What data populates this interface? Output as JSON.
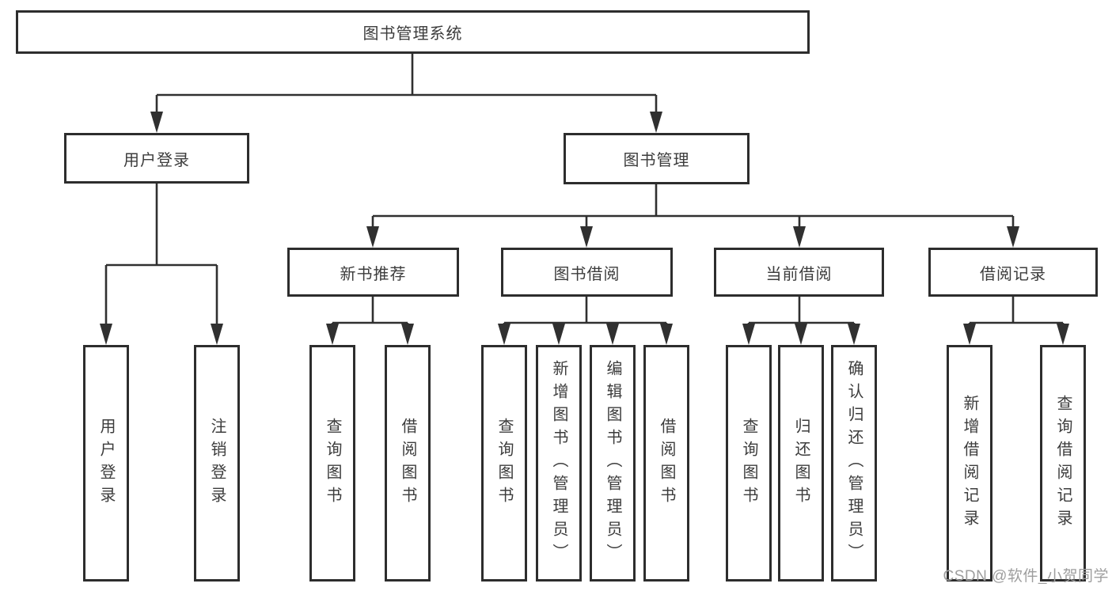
{
  "colors": {
    "background": "#ffffff",
    "line": "#303030",
    "border": "#2d2d2d",
    "text": "#3c3c3c",
    "watermark": "#9e9e9e"
  },
  "watermark": "CSDN @软件_小贺同学",
  "tree": {
    "root": {
      "label": "图书管理系统"
    },
    "branches": [
      {
        "label": "用户登录",
        "leaves": [
          "用户登录",
          "注销登录"
        ]
      },
      {
        "label": "图书管理",
        "groups": [
          {
            "label": "新书推荐",
            "leaves": [
              "查询图书",
              "借阅图书"
            ]
          },
          {
            "label": "图书借阅",
            "leaves": [
              "查询图书",
              "新增图书（管理员）",
              "编辑图书（管理员）",
              "借阅图书"
            ]
          },
          {
            "label": "当前借阅",
            "leaves": [
              "查询图书",
              "归还图书",
              "确认归还（管理员）"
            ]
          },
          {
            "label": "借阅记录",
            "leaves": [
              "新增借阅记录",
              "查询借阅记录"
            ]
          }
        ]
      }
    ]
  }
}
